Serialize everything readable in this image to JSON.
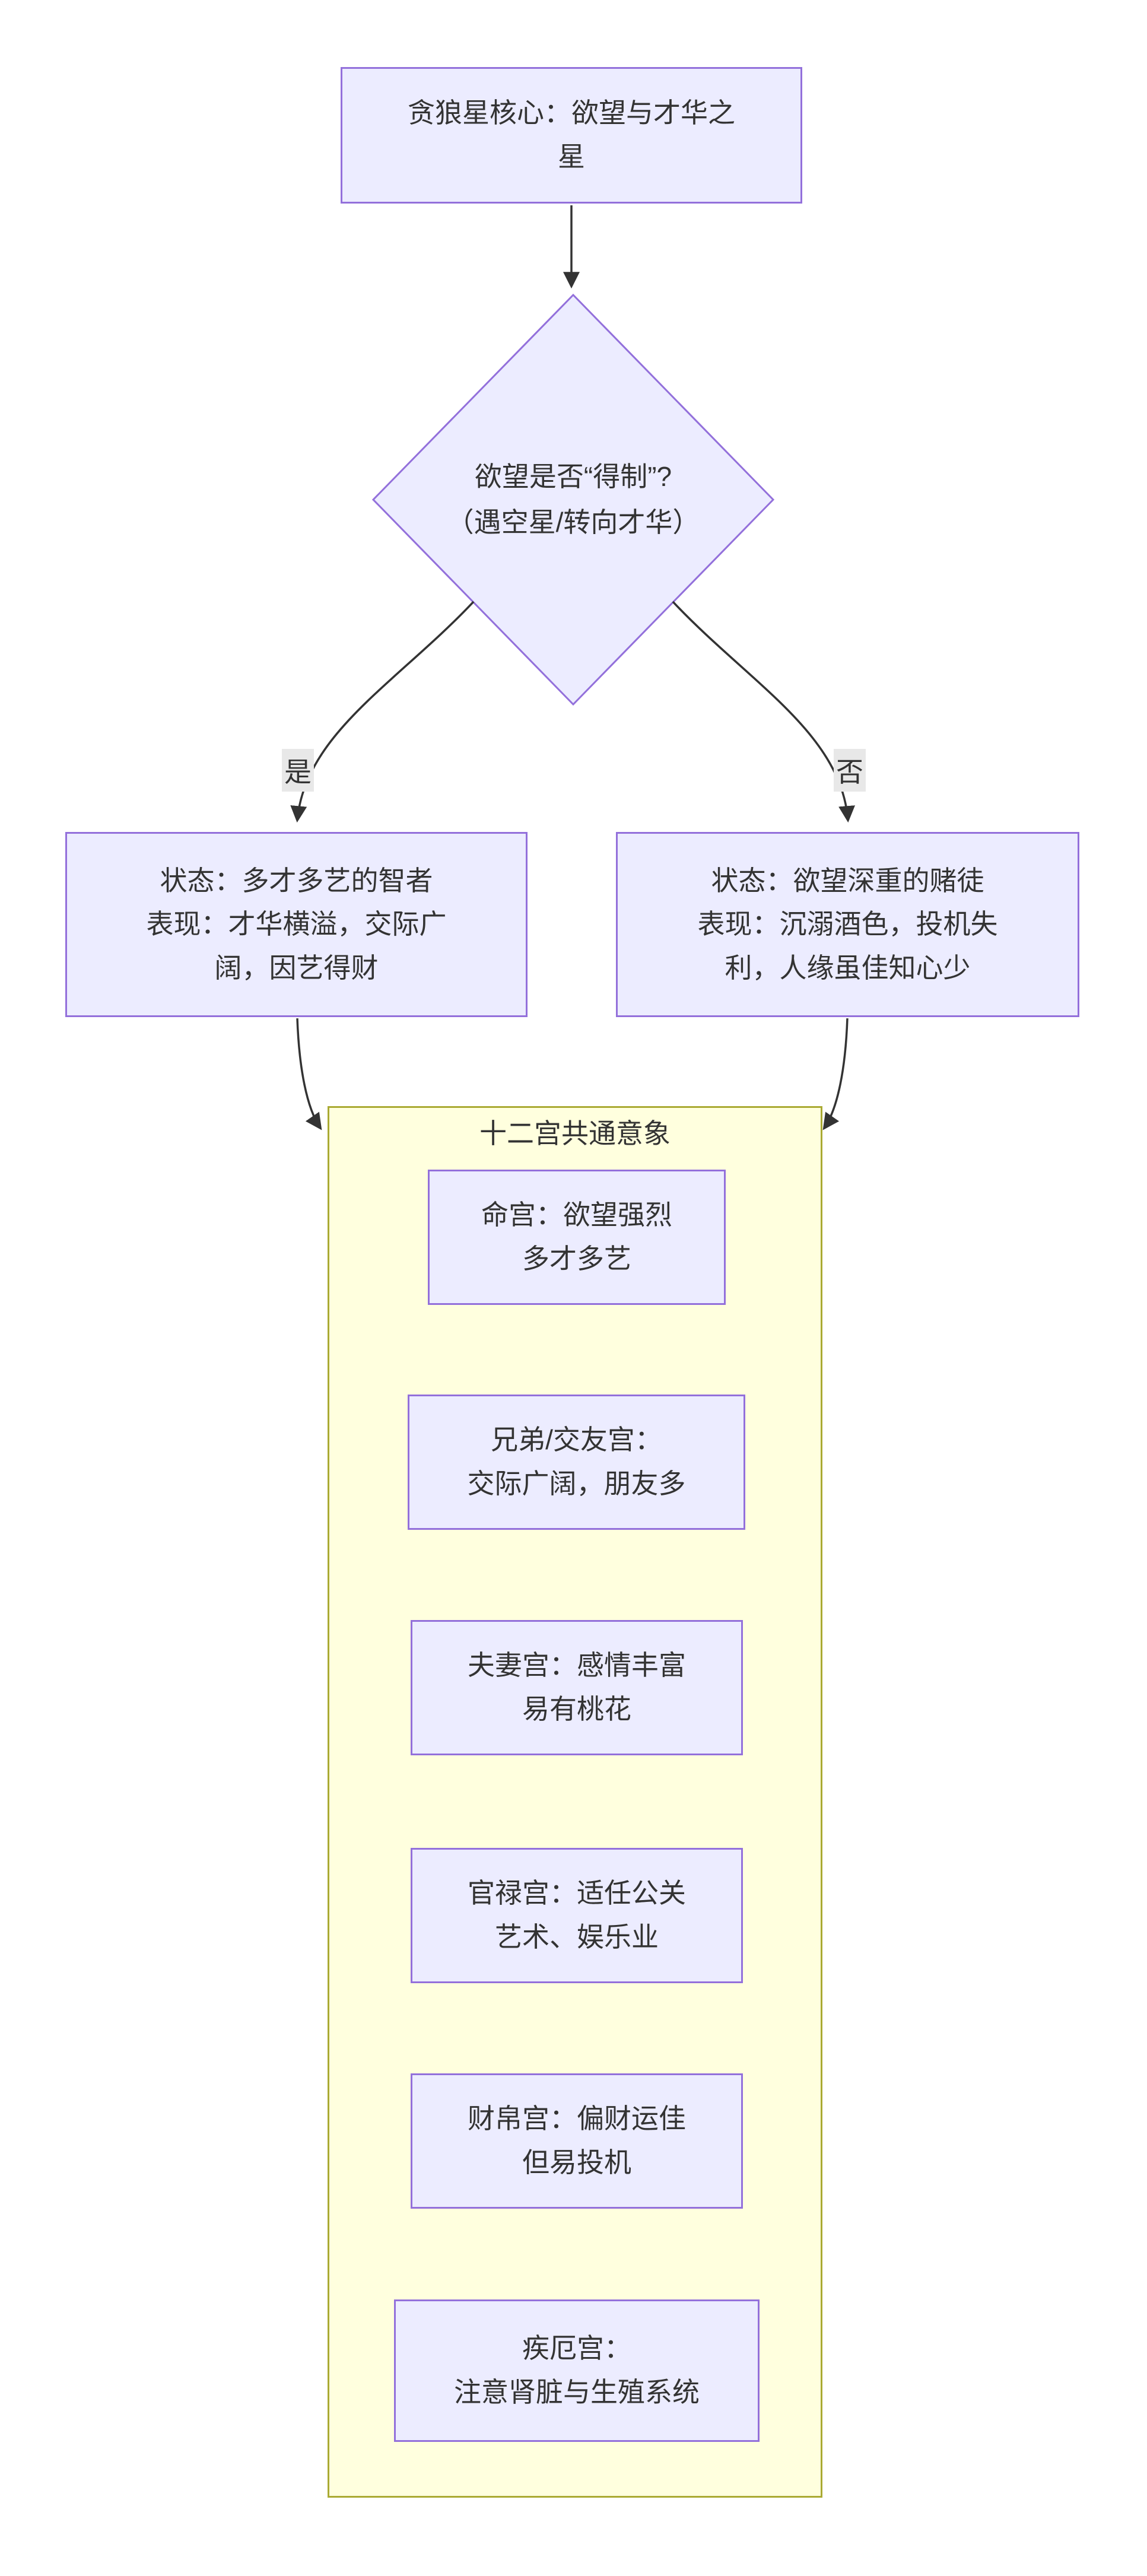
{
  "diagram": {
    "type": "flowchart",
    "direction": "top-down",
    "nodes": {
      "core": {
        "label": "贪狼星核心：欲望与才华之\n星",
        "shape": "rect"
      },
      "decision": {
        "label": "欲望是否“得制”?\n（遇空星/转向才华）",
        "shape": "diamond"
      },
      "yes_outcome": {
        "label": "状态：多才多艺的智者\n表现：才华横溢，交际广\n阔，因艺得财",
        "shape": "rect"
      },
      "no_outcome": {
        "label": "状态：欲望深重的赌徒\n表现：沉溺酒色，投机失\n利，人缘虽佳知心少",
        "shape": "rect"
      }
    },
    "edges": {
      "yes_label": "是",
      "no_label": "否"
    },
    "cluster": {
      "title": "十二宫共通意象",
      "palaces": [
        {
          "label": "命宫：欲望强烈\n多才多艺"
        },
        {
          "label": "兄弟/交友宫：\n交际广阔，朋友多"
        },
        {
          "label": "夫妻宫：感情丰富\n易有桃花"
        },
        {
          "label": "官禄宫：适任公关\n艺术、娱乐业"
        },
        {
          "label": "财帛宫：偏财运佳\n但易投机"
        },
        {
          "label": "疾厄宫：\n注意肾脏与生殖系统"
        }
      ]
    },
    "colors": {
      "node_fill": "#ECECFF",
      "node_border": "#9370DB",
      "cluster_fill": "#FFFFDE",
      "cluster_border": "#AAAA33",
      "edge_stroke": "#333333",
      "edge_label_bg": "#E8E8E8",
      "text": "#333333",
      "background": "#FFFFFF"
    }
  }
}
